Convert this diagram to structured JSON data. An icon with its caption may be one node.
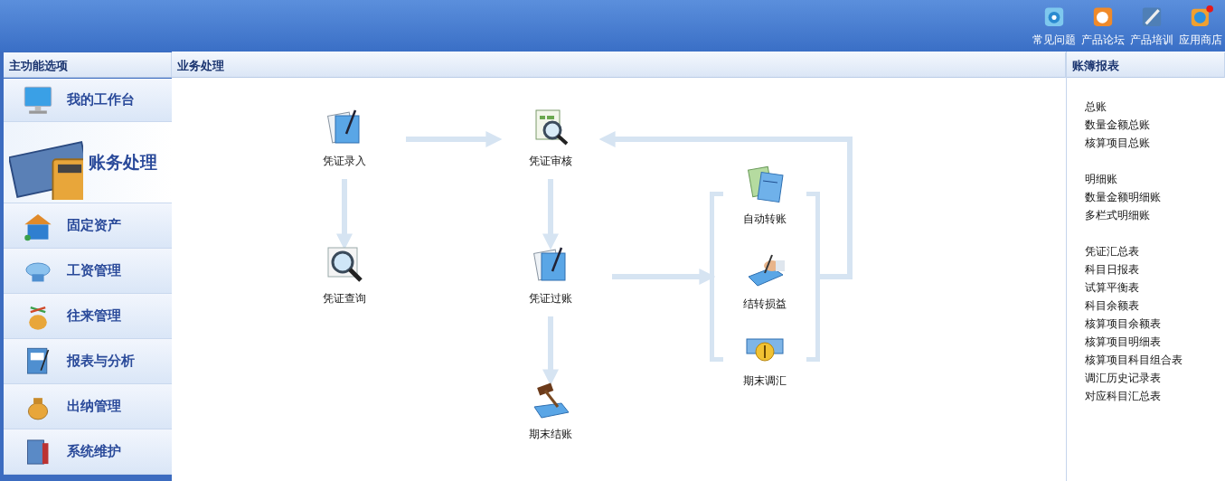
{
  "diagram": {
    "nodes": [
      {
        "text": [
          "凭证录入"
        ]
      },
      {
        "text": [
          "凭证审核"
        ]
      },
      {
        "text": [
          "凭证查询"
        ]
      },
      {
        "text": [
          "凭证过账"
        ]
      },
      {
        "text": [
          "期末结账"
        ]
      },
      {
        "text": [],
        "shape": "box"
      },
      {
        "text": [
          "自动转账"
        ],
        "in": 5
      },
      {
        "text": [
          "结转损益"
        ],
        "in": 5
      },
      {
        "text": [
          "期末调汇"
        ],
        "in": 5
      }
    ],
    "edges": [
      {
        "from": 0,
        "to": 1,
        "arrow": "to"
      },
      {
        "from": 0,
        "to": 2,
        "arrow": "to"
      },
      {
        "from": 1,
        "to": 3,
        "arrow": "to"
      },
      {
        "from": 3,
        "to": 4,
        "arrow": "to"
      },
      {
        "from": 3,
        "to": 5,
        "arrow": "to"
      },
      {
        "from": 5,
        "to": 1,
        "arrow": "to"
      }
    ],
    "labels": [
      "常见问题",
      "产品论坛",
      "产品培训",
      "应用商店",
      "主功能选项",
      "我的工作台",
      "账务处理",
      "固定资产",
      "工资管理",
      "往来管理",
      "报表与分析",
      "出纳管理",
      "系统维护",
      "业务处理",
      "账簿报表",
      "总账",
      "数量金额总账",
      "核算项目总账",
      "明细账",
      "数量金额明细账",
      "多栏式明细账",
      "凭证汇总表",
      "科目日报表",
      "试算平衡表",
      "科目余额表",
      "核算项目余额表",
      "核算项目明细表",
      "核算项目科目组合表",
      "调汇历史记录表",
      "对应科目汇总表"
    ]
  }
}
